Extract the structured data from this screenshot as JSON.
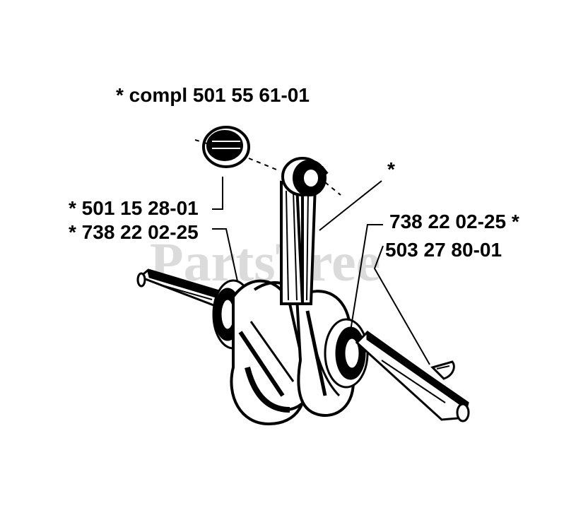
{
  "watermark": "PartsTree",
  "labels": {
    "kit": "*  compl 501 55 61-01",
    "needle_bearing": "*  501 15 28-01",
    "left_bearing": "*  738 22 02-25",
    "conrod_star": "*",
    "right_bearing": "738 22 02-25  *",
    "key": "503 27 80-01"
  }
}
